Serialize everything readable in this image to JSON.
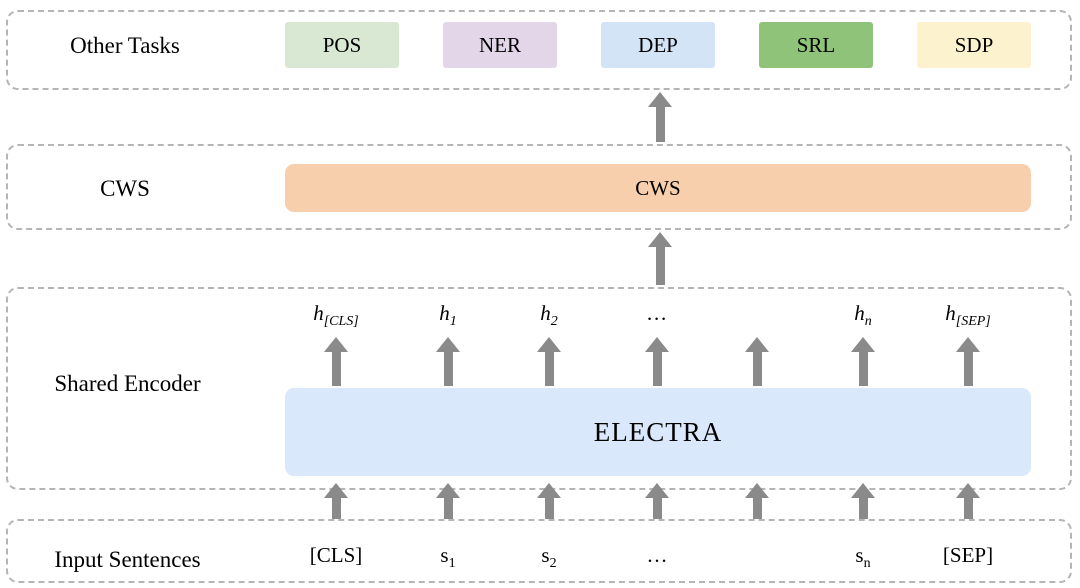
{
  "palette": {
    "arrow": "#8a8a8a",
    "dashed_border": "#b5b5b5"
  },
  "other_tasks": {
    "label": "Other Tasks",
    "tasks": [
      {
        "name": "POS",
        "color": "#d9e8d3"
      },
      {
        "name": "NER",
        "color": "#e3d6e9"
      },
      {
        "name": "DEP",
        "color": "#d3e4f7"
      },
      {
        "name": "SRL",
        "color": "#8fc379"
      },
      {
        "name": "SDP",
        "color": "#fdf2ce"
      }
    ]
  },
  "cws": {
    "side_label": "CWS",
    "box_label": "CWS",
    "color": "#f8cfac"
  },
  "encoder": {
    "side_label": "Shared Encoder",
    "box_label": "ELECTRA",
    "color": "#d9e8fb",
    "outputs": [
      {
        "base": "h",
        "sub": "[CLS]"
      },
      {
        "base": "h",
        "sub": "1"
      },
      {
        "base": "h",
        "sub": "2"
      },
      {
        "base": "…",
        "sub": ""
      },
      {
        "base": "",
        "sub": ""
      },
      {
        "base": "h",
        "sub": "n"
      },
      {
        "base": "h",
        "sub": "[SEP]"
      }
    ]
  },
  "inputs": {
    "side_label": "Input Sentences",
    "tokens": [
      {
        "base": "[CLS]",
        "sub": ""
      },
      {
        "base": "s",
        "sub": "1"
      },
      {
        "base": "s",
        "sub": "2"
      },
      {
        "base": "…",
        "sub": ""
      },
      {
        "base": "",
        "sub": ""
      },
      {
        "base": "s",
        "sub": "n"
      },
      {
        "base": "[SEP]",
        "sub": ""
      }
    ]
  }
}
